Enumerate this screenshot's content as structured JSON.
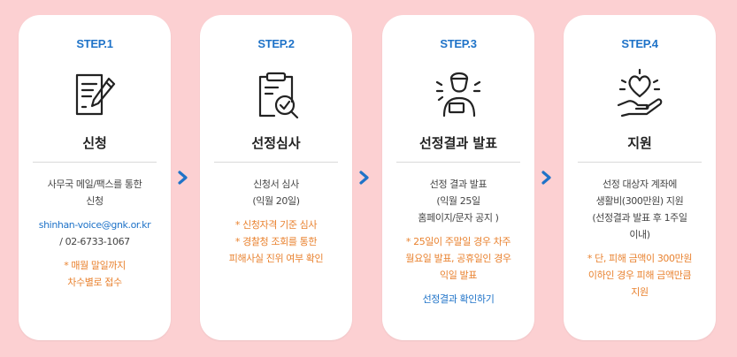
{
  "steps": [
    {
      "step": "STEP.1",
      "icon": "document-pen-icon",
      "title": "신청",
      "desc1": "사무국 메일/팩스를 통한",
      "desc2": "신청",
      "email": "shinhan-voice@gnk.or.kr",
      "phone": "/ 02-6733-1067",
      "note1": "* 매월 말일까지",
      "note2": "차수별로 접수"
    },
    {
      "step": "STEP.2",
      "icon": "clipboard-magnifier-icon",
      "title": "선정심사",
      "desc1": "신청서 심사",
      "desc2": "(익월 20일)",
      "note1": "* 신청자격 기준 심사",
      "note2": "* 경찰청 조회를 통한",
      "note3": "피해사실 진위 여부 확인"
    },
    {
      "step": "STEP.3",
      "icon": "person-announcement-icon",
      "title": "선정결과 발표",
      "desc1": "선정 결과 발표",
      "desc2": "(익월 25일",
      "desc3": "홈페이지/문자 공지 )",
      "note1": "* 25일이 주말일 경우 차주",
      "note2": "월요일 발표, 공휴일인 경우",
      "note3": "익일 발표",
      "link": "선정결과 확인하기"
    },
    {
      "step": "STEP.4",
      "icon": "hand-heart-icon",
      "title": "지원",
      "desc1": "선정 대상자 계좌에",
      "desc2": "생활비(300만원) 지원",
      "desc3": "(선정결과 발표 후 1주일",
      "desc4": "이내)",
      "note1": "* 단, 피해 금액이 300만원",
      "note2": "이하인 경우 피해 금액만큼",
      "note3": "지원"
    }
  ],
  "arrow_icon": "chevron-right-icon",
  "colors": {
    "background": "#fcd0d2",
    "step": "#1f73c8",
    "note": "#e9822f",
    "link": "#1f73c8"
  }
}
